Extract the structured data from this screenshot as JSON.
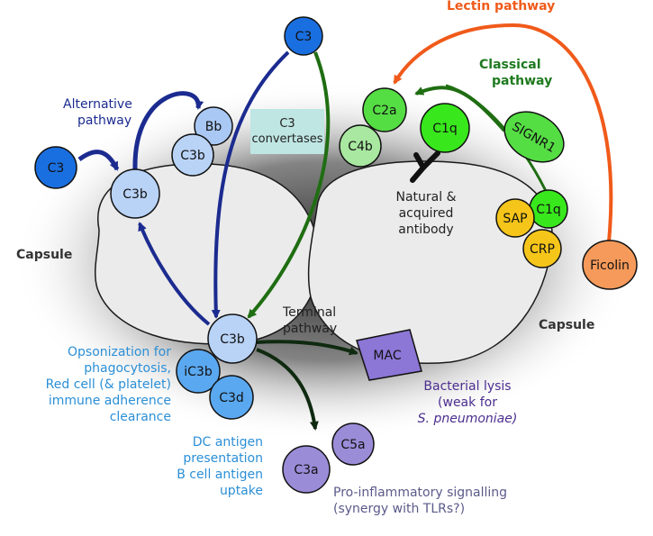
{
  "pathways": {
    "lectin": "Lectin pathway",
    "classical_1": "Classical",
    "classical_2": "pathway",
    "alternative_1": "Alternative",
    "alternative_2": "pathway",
    "terminal_1": "Terminal",
    "terminal_2": "pathway"
  },
  "capsule": {
    "left": "Capsule",
    "right": "Capsule"
  },
  "convertases": {
    "line1": "C3",
    "line2": "convertases"
  },
  "nodes": {
    "c3_top": "C3",
    "c3_left": "C3",
    "c3b_alt": "C3b",
    "bb": "Bb",
    "c3b_conv": "C3b",
    "c3b_center": "C3b",
    "ic3b": "iC3b",
    "c3d": "C3d",
    "c2a": "C2a",
    "c4b": "C4b",
    "c1q_top": "C1q",
    "signr1": "SIGNR1",
    "c1q_bottom": "C1q",
    "sap": "SAP",
    "crp": "CRP",
    "ficolin": "Ficolin",
    "mac": "MAC",
    "c3a": "C3a",
    "c5a": "C5a"
  },
  "labels": {
    "antibody": [
      "Natural &",
      "acquired",
      "antibody"
    ],
    "opsonization": [
      "Opsonization for",
      "phagocytosis,",
      "Red cell (& platelet)",
      "immune adherence",
      "clearance"
    ],
    "dc_antigen": [
      "DC antigen",
      "presentation",
      "B cell antigen",
      "uptake"
    ],
    "lysis": [
      "Bacterial lysis",
      "(weak for",
      "S. pneumoniae)"
    ],
    "proinflammatory": [
      "Pro-inflammatory signalling",
      "(synergy with TLRs?)"
    ]
  },
  "colors": {
    "navy": "#1b2b8f",
    "green": "#1f6e12",
    "orange": "#f05a1a",
    "black_green": "#0f2a10",
    "node_blue_dark": "#1a6fe0",
    "node_blue_light": "#b9d3f7",
    "node_green": "#55dd44",
    "node_yellow": "#f5c51a",
    "node_orange": "#f59a5a",
    "node_purple": "#9b8cd8"
  }
}
